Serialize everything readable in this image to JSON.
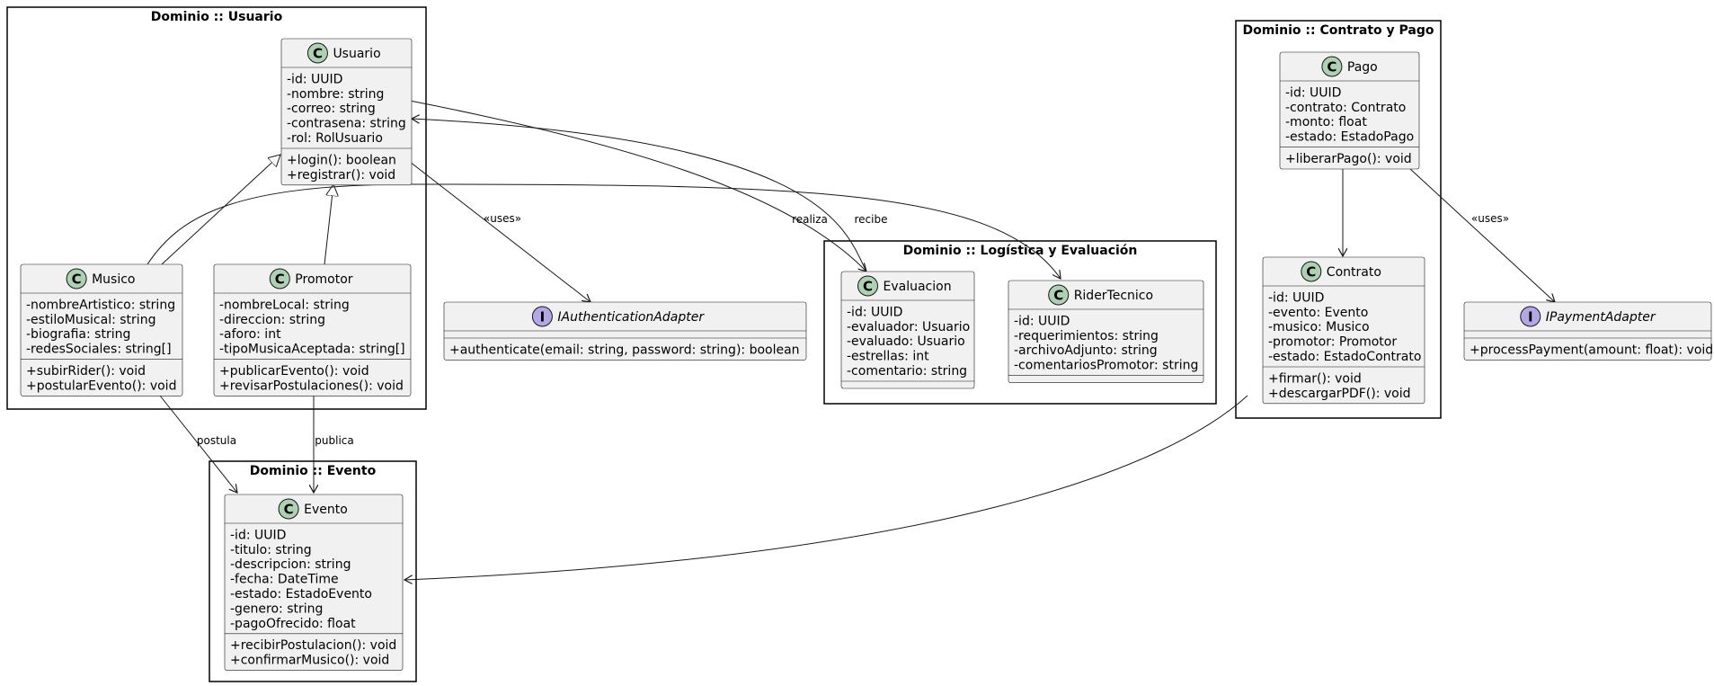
{
  "packages": [
    {
      "id": "pkg-usuario",
      "title": "Dominio :: Usuario"
    },
    {
      "id": "pkg-contrato",
      "title": "Dominio :: Contrato y Pago"
    },
    {
      "id": "pkg-logistica",
      "title": "Dominio :: Logística y Evaluación"
    },
    {
      "id": "pkg-evento",
      "title": "Dominio :: Evento"
    }
  ],
  "classes": {
    "usuario": {
      "name": "Usuario",
      "badge": "C",
      "attributes": [
        "-id: UUID",
        "-nombre: string",
        "-correo: string",
        "-contrasena: string",
        "-rol: RolUsuario"
      ],
      "methods": [
        "+login(): boolean",
        "+registrar(): void"
      ]
    },
    "musico": {
      "name": "Musico",
      "badge": "C",
      "attributes": [
        "-nombreArtistico: string",
        "-estiloMusical: string",
        "-biografia: string",
        "-redesSociales: string[]"
      ],
      "methods": [
        "+subirRider(): void",
        "+postularEvento(): void"
      ]
    },
    "promotor": {
      "name": "Promotor",
      "badge": "C",
      "attributes": [
        "-nombreLocal: string",
        "-direccion: string",
        "-aforo: int",
        "-tipoMusicaAceptada: string[]"
      ],
      "methods": [
        "+publicarEvento(): void",
        "+revisarPostulaciones(): void"
      ]
    },
    "iauth": {
      "name": "IAuthenticationAdapter",
      "badge": "I",
      "attributes": [],
      "methods": [
        "+authenticate(email: string, password: string): boolean"
      ]
    },
    "evaluacion": {
      "name": "Evaluacion",
      "badge": "C",
      "attributes": [
        "-id: UUID",
        "-evaluador: Usuario",
        "-evaluado: Usuario",
        "-estrellas: int",
        "-comentario: string"
      ],
      "methods": []
    },
    "rider": {
      "name": "RiderTecnico",
      "badge": "C",
      "attributes": [
        "-id: UUID",
        "-requerimientos: string",
        "-archivoAdjunto: string",
        "-comentariosPromotor: string"
      ],
      "methods": []
    },
    "pago": {
      "name": "Pago",
      "badge": "C",
      "attributes": [
        "-id: UUID",
        "-contrato: Contrato",
        "-monto: float",
        "-estado: EstadoPago"
      ],
      "methods": [
        "+liberarPago(): void"
      ]
    },
    "contrato": {
      "name": "Contrato",
      "badge": "C",
      "attributes": [
        "-id: UUID",
        "-evento: Evento",
        "-musico: Musico",
        "-promotor: Promotor",
        "-estado: EstadoContrato"
      ],
      "methods": [
        "+firmar(): void",
        "+descargarPDF(): void"
      ]
    },
    "ipay": {
      "name": "IPaymentAdapter",
      "badge": "I",
      "attributes": [],
      "methods": [
        "+processPayment(amount: float): void"
      ]
    },
    "evento": {
      "name": "Evento",
      "badge": "C",
      "attributes": [
        "-id: UUID",
        "-titulo: string",
        "-descripcion: string",
        "-fecha: DateTime",
        "-estado: EstadoEvento",
        "-genero: string",
        "-pagoOfrecido: float"
      ],
      "methods": [
        "+recibirPostulacion(): void",
        "+confirmarMusico(): void"
      ]
    }
  },
  "relations": [
    {
      "id": "usuario-iauth",
      "label": "«uses»"
    },
    {
      "id": "usuario-evaluacion",
      "label": "realiza"
    },
    {
      "id": "evaluacion-usuario",
      "label": "recibe"
    },
    {
      "id": "musico-evento",
      "label": "postula"
    },
    {
      "id": "promotor-evento",
      "label": "publica"
    },
    {
      "id": "pago-ipay",
      "label": "«uses»"
    },
    {
      "id": "musico-usuario",
      "label": ""
    },
    {
      "id": "promotor-usuario",
      "label": ""
    },
    {
      "id": "musico-rider",
      "label": ""
    },
    {
      "id": "pago-contrato",
      "label": ""
    },
    {
      "id": "contrato-evento",
      "label": ""
    }
  ],
  "colors": {
    "class_fill": "#f1f1f1",
    "class_stroke": "#181818",
    "class_badge": "#add1b2",
    "interface_badge": "#b4a7e5",
    "package_stroke": "#000000",
    "edge": "#181818"
  }
}
